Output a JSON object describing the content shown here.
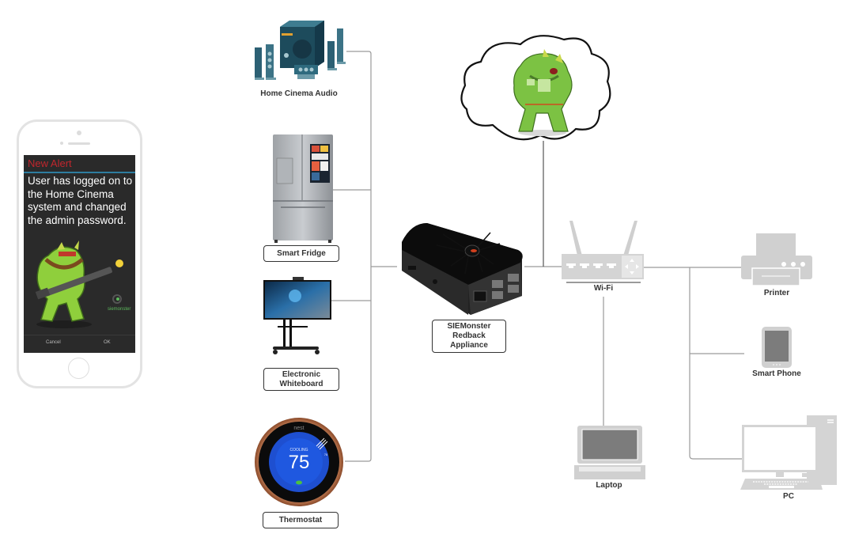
{
  "diagram": {
    "title": "SIEMonster Redback home network diagram",
    "colors": {
      "line": "#9a9a9a",
      "label_text": "#333333",
      "device_gray": "#d4d4d4",
      "alert_red": "#c1262d",
      "alert_rule": "#2e7da0"
    }
  },
  "phone_alert": {
    "title": "New Alert",
    "message": "User has logged on to the Home Cinema system and changed the admin password.",
    "cancel_label": "Cancel",
    "ok_label": "OK",
    "brand_text": "siemonster"
  },
  "nodes": {
    "home_cinema": {
      "label": "Home Cinema Audio",
      "icon": "speaker-system-icon"
    },
    "smart_fridge": {
      "label": "Smart Fridge",
      "icon": "fridge-icon"
    },
    "whiteboard": {
      "label_line1": "Electronic",
      "label_line2": "Whiteboard",
      "icon": "display-stand-icon"
    },
    "thermostat": {
      "label": "Thermostat",
      "icon": "thermostat-icon",
      "brand": "nest",
      "mode": "COOLING",
      "temperature": "75",
      "setpoint": "78"
    },
    "appliance": {
      "label_line1": "SIEMonster",
      "label_line2": "Redback",
      "label_line3": "Appliance",
      "icon": "appliance-box-icon"
    },
    "cloud": {
      "icon": "cloud-monster-icon"
    },
    "wifi": {
      "label": "Wi-Fi",
      "icon": "router-icon"
    },
    "printer": {
      "label": "Printer",
      "icon": "printer-icon"
    },
    "smart_phone": {
      "label": "Smart Phone",
      "icon": "smartphone-icon"
    },
    "laptop": {
      "label": "Laptop",
      "icon": "laptop-icon"
    },
    "pc": {
      "label": "PC",
      "icon": "desktop-pc-icon"
    }
  }
}
